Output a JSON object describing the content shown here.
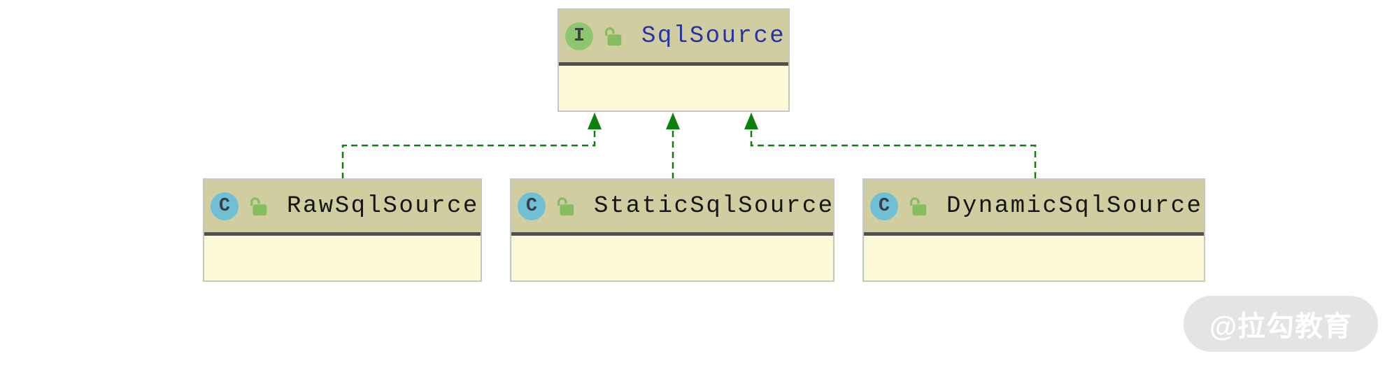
{
  "diagram": {
    "nodes": [
      {
        "id": "sqlsource",
        "kind": "interface",
        "badge": "I",
        "label": "SqlSource"
      },
      {
        "id": "rawsqlsource",
        "kind": "class",
        "badge": "C",
        "label": "RawSqlSource"
      },
      {
        "id": "staticsqlsource",
        "kind": "class",
        "badge": "C",
        "label": "StaticSqlSource"
      },
      {
        "id": "dynamicsqlsource",
        "kind": "class",
        "badge": "C",
        "label": "DynamicSqlSource"
      }
    ],
    "edges": [
      {
        "from": "RawSqlSource",
        "to": "SqlSource",
        "type": "realization"
      },
      {
        "from": "StaticSqlSource",
        "to": "SqlSource",
        "type": "realization"
      },
      {
        "from": "DynamicSqlSource",
        "to": "SqlSource",
        "type": "realization"
      }
    ]
  },
  "watermark": {
    "text": "@拉勾教育"
  },
  "colors": {
    "page-bg": "#ffffff",
    "header-bg": "#d0cda0",
    "body-bg": "#fcf9d6",
    "node-border": "#c6c6c6",
    "separator": "#4f4f4f",
    "connector": "#0b810b",
    "interface-badge": "#8cc66d",
    "class-badge": "#6fc0d4",
    "badge-letter": "#3a4145",
    "lock": "#85be5f",
    "interface-title": "#2633a8",
    "class-title": "#151515",
    "watermark-bg": "#e4e4e4",
    "watermark-text": "#ffffff"
  }
}
